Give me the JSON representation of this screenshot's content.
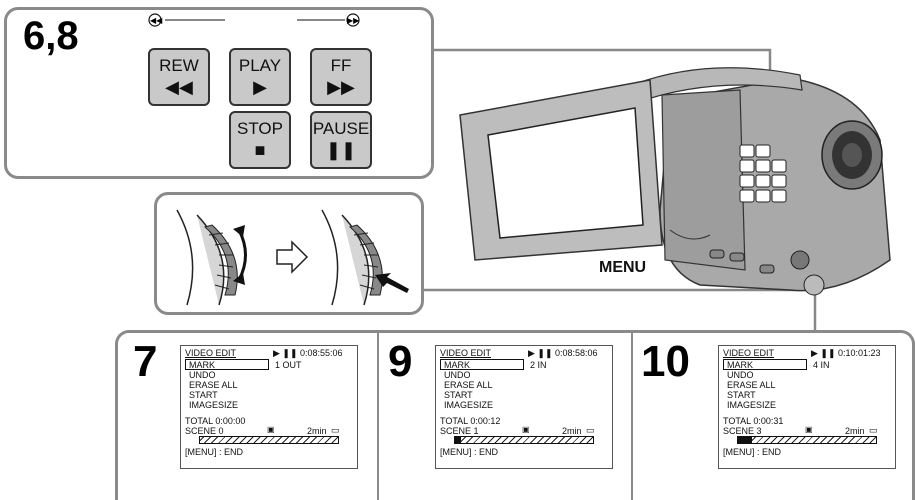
{
  "top_panel": {
    "step": "6,8",
    "buttons": {
      "rew": {
        "label": "REW",
        "glyph": "◀◀"
      },
      "play": {
        "label": "PLAY",
        "glyph": "▶"
      },
      "ff": {
        "label": "FF",
        "glyph": "▶▶"
      },
      "stop": {
        "label": "STOP",
        "glyph": "■"
      },
      "pause": {
        "label": "PAUSE",
        "glyph": "❚❚"
      }
    }
  },
  "camera": {
    "menu_label": "MENU"
  },
  "screens": [
    {
      "step": "7",
      "title": "VIDEO EDIT",
      "timecode": "0:08:55:06",
      "mark": "MARK",
      "mark_value": "1  OUT",
      "items": [
        "UNDO",
        "ERASE ALL",
        "START",
        "IMAGESIZE"
      ],
      "total": "TOTAL  0:00:00",
      "scene": "SCENE  0",
      "remaining": "2min",
      "footer": "[MENU] : END",
      "progress": 0.0
    },
    {
      "step": "9",
      "title": "VIDEO EDIT",
      "timecode": "0:08:58:06",
      "mark": "MARK",
      "mark_value": "2  IN",
      "items": [
        "UNDO",
        "ERASE ALL",
        "START",
        "IMAGESIZE"
      ],
      "total": "TOTAL  0:00:12",
      "scene": "SCENE  1",
      "remaining": "2min",
      "footer": "[MENU] : END",
      "progress": 0.04
    },
    {
      "step": "10",
      "title": "VIDEO EDIT",
      "timecode": "0:10:01:23",
      "mark": "MARK",
      "mark_value": "4  IN",
      "items": [
        "UNDO",
        "ERASE ALL",
        "START",
        "IMAGESIZE"
      ],
      "total": "TOTAL  0:00:31",
      "scene": "SCENE  3",
      "remaining": "2min",
      "footer": "[MENU] : END",
      "progress": 0.1
    }
  ]
}
